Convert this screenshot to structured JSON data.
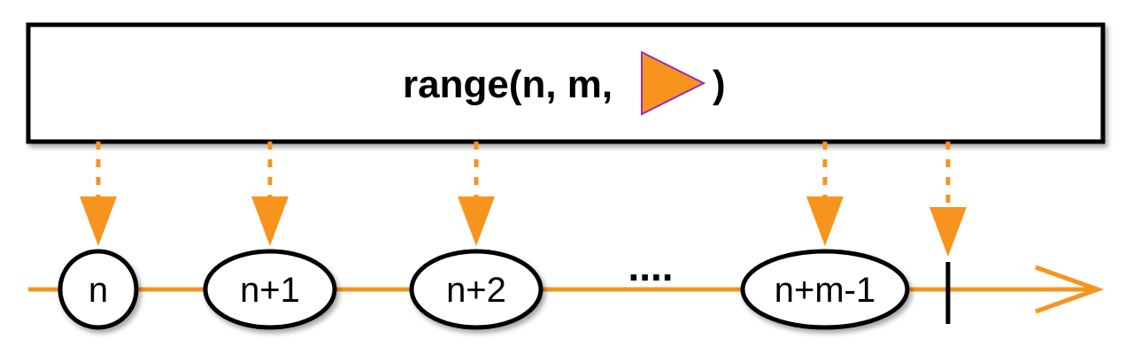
{
  "operator": {
    "prefix": "range(n, m, ",
    "suffix": ")",
    "scheduler_icon": "orange-triangle-icon"
  },
  "marbles": [
    {
      "label": "n"
    },
    {
      "label": "n+1"
    },
    {
      "label": "n+2"
    },
    {
      "label": "n+m-1"
    }
  ],
  "ellipsis": "....",
  "colors": {
    "timeline": "#f7941d",
    "arrow": "#f7941d",
    "scheduler_fill": "#f7941d",
    "scheduler_stroke": "#9b2fae",
    "outline": "#000000"
  }
}
